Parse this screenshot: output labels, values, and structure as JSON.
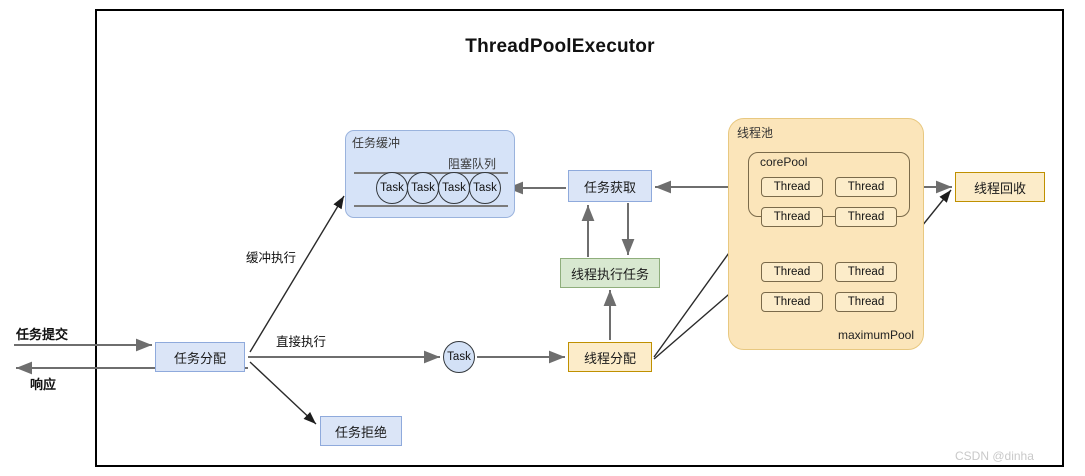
{
  "diagram": {
    "title": "ThreadPoolExecutor",
    "watermark": "CSDN @dinha",
    "left_flow": {
      "submit_label": "任务提交",
      "response_label": "响应",
      "dispatch_box": "任务分配",
      "buffered_edge": "缓冲执行",
      "direct_edge": "直接执行",
      "reject_box": "任务拒绝"
    },
    "buffer": {
      "title": "任务缓冲",
      "queue_title": "阻塞队列",
      "tasks": [
        "Task",
        "Task",
        "Task",
        "Task"
      ]
    },
    "middle": {
      "acquire_box": "任务获取",
      "exec_box": "线程执行任务",
      "task_node": "Task",
      "thread_alloc_box": "线程分配"
    },
    "pool": {
      "title": "线程池",
      "core_title": "corePool",
      "max_title": "maximumPool",
      "core_threads": [
        "Thread",
        "Thread",
        "Thread",
        "Thread"
      ],
      "max_threads": [
        "Thread",
        "Thread",
        "Thread",
        "Thread"
      ]
    },
    "right": {
      "recycle_box": "线程回收"
    },
    "colors": {
      "blue_fill": "#dbe5f7",
      "blue_stroke": "#8faadc",
      "green_fill": "#d8e8d0",
      "green_stroke": "#8fae7c",
      "tan_fill": "#fcecc9",
      "tan_stroke": "#bf9000",
      "pool_fill": "#fbe5ba",
      "buffer_fill": "#d6e3f8",
      "arrow": "#6e6e6e",
      "thin_arrow": "#2a2a2a"
    }
  }
}
